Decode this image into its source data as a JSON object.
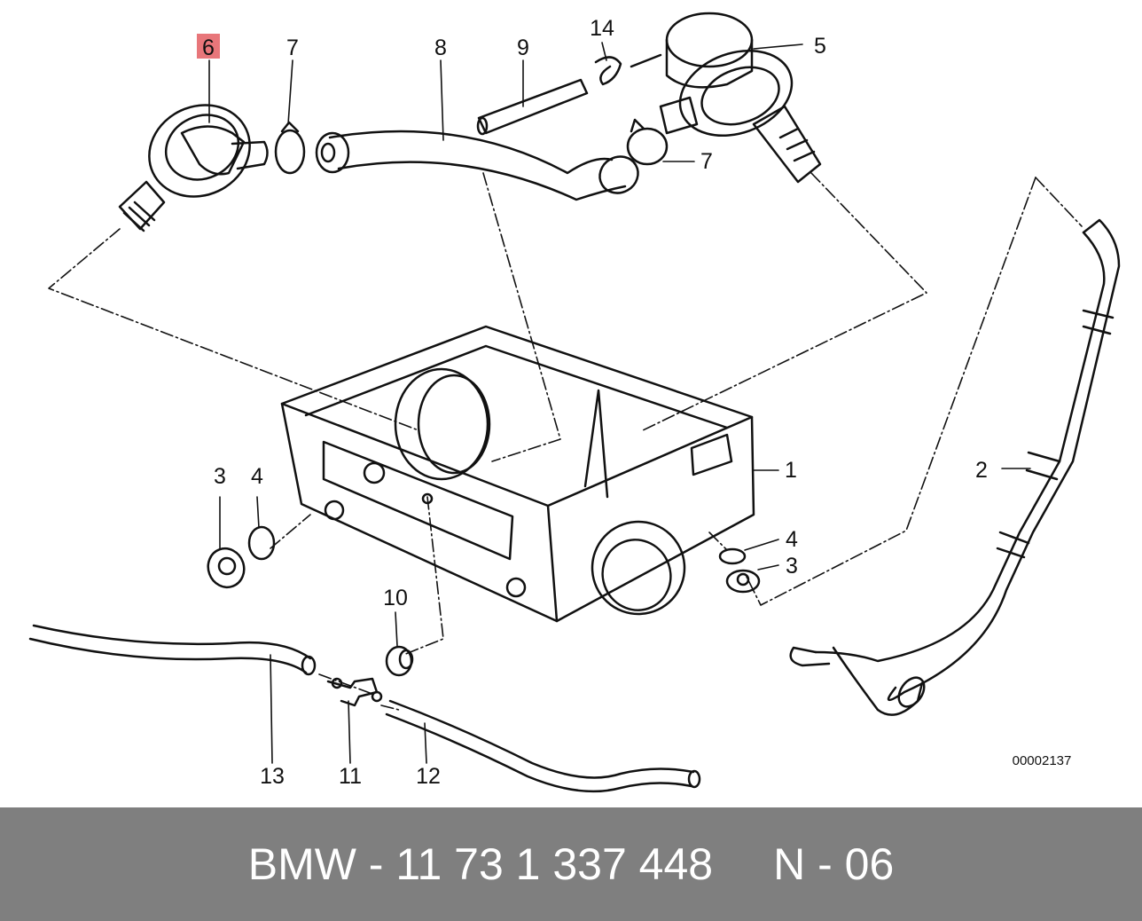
{
  "diagram": {
    "drawing_number": "00002137",
    "highlight_color": "#e8767a",
    "line_color": "#111111",
    "callouts": [
      {
        "id": "c6",
        "label": "6",
        "highlighted": true
      },
      {
        "id": "c7a",
        "label": "7"
      },
      {
        "id": "c8",
        "label": "8"
      },
      {
        "id": "c9",
        "label": "9"
      },
      {
        "id": "c14",
        "label": "14"
      },
      {
        "id": "c5",
        "label": "5"
      },
      {
        "id": "c7b",
        "label": "7"
      },
      {
        "id": "c1",
        "label": "1"
      },
      {
        "id": "c2",
        "label": "2"
      },
      {
        "id": "c3a",
        "label": "3"
      },
      {
        "id": "c4a",
        "label": "4"
      },
      {
        "id": "c4b",
        "label": "4"
      },
      {
        "id": "c3b",
        "label": "3"
      },
      {
        "id": "c10",
        "label": "10"
      },
      {
        "id": "c13",
        "label": "13"
      },
      {
        "id": "c11",
        "label": "11"
      },
      {
        "id": "c12",
        "label": "12"
      }
    ]
  },
  "footer": {
    "brand_part": "BMW - 11 73 1 337 448",
    "code": "N - 06",
    "background": "#7f7f7f"
  }
}
